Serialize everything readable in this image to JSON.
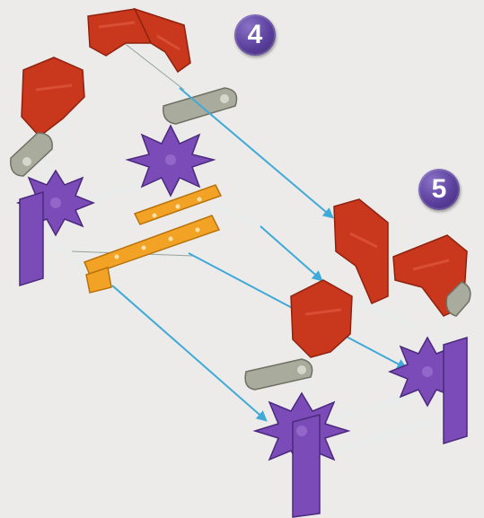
{
  "steps": [
    {
      "number": "4"
    },
    {
      "number": "5"
    }
  ],
  "colors": {
    "background": "#ecebe9",
    "badge": "#5a3f9c",
    "connector_red": "#c9371c",
    "connector_purple": "#7b4cb8",
    "connector_gray": "#a9ab9d",
    "connector_orange": "#f2a326",
    "rod_white": "#e9ecea",
    "arrow_blue": "#3fa9d8"
  },
  "icons": [
    "red-corner-connector",
    "purple-star-connector",
    "gray-clip-connector",
    "orange-flat-connector",
    "white-rod"
  ]
}
